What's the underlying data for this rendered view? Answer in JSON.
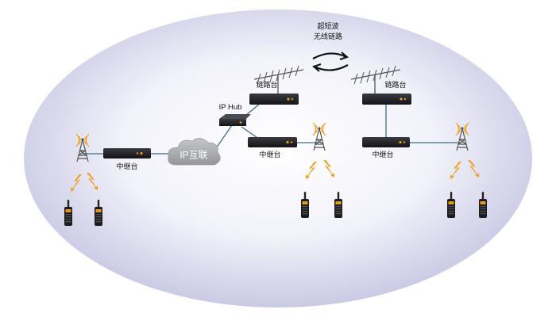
{
  "labels": {
    "relay_left": "中继台",
    "ip_cloud": "IP互联",
    "ip_hub": "IP Hub",
    "link_station_center": "链路台",
    "relay_center": "中继台",
    "uhf_line1": "超短波",
    "uhf_line2": "无线链路",
    "link_station_right": "链路台",
    "relay_right": "中继台"
  },
  "colors": {
    "background_ellipse_center": "#ffffff",
    "background_ellipse_edge": "#c9c9e6",
    "link_line": "#3a6f8a",
    "device_body": "#1f1f24",
    "device_led": "#e39a1e",
    "signal": "#f0a020",
    "tower": "#555555",
    "cloud": "#a9abae"
  }
}
